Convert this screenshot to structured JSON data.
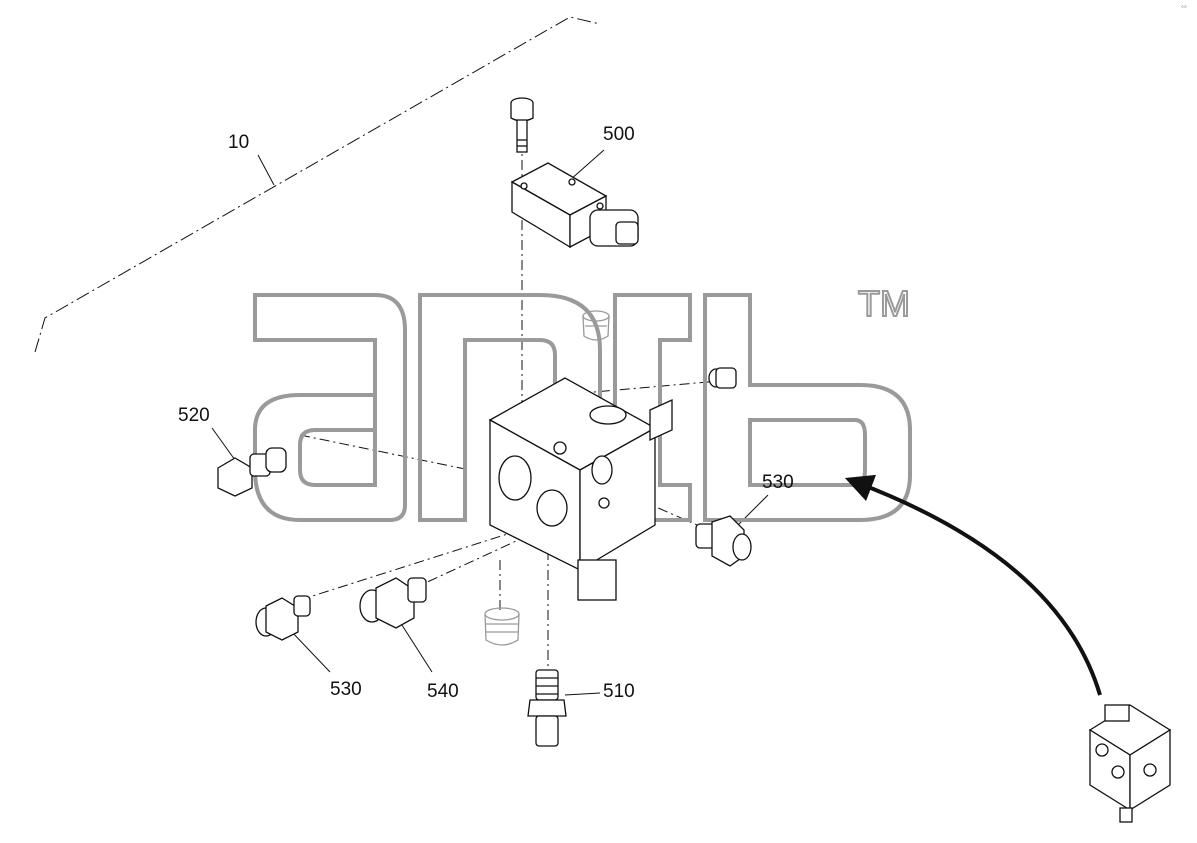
{
  "diagram": {
    "callouts": {
      "assembly": "10",
      "valve": "500",
      "fitting_left": "520",
      "fitting_right": "530",
      "fitting_bottom_left": "530",
      "fitting_bottom_mid": "540",
      "fitting_bottom": "510"
    },
    "watermark": {
      "text": "ancb",
      "trademark": "TM"
    },
    "corner_mark": "◦◦"
  },
  "colors": {
    "line": "#111111",
    "part": "#222222",
    "watermark": "#9a9a9a",
    "ghost": "#9a9a9a"
  }
}
